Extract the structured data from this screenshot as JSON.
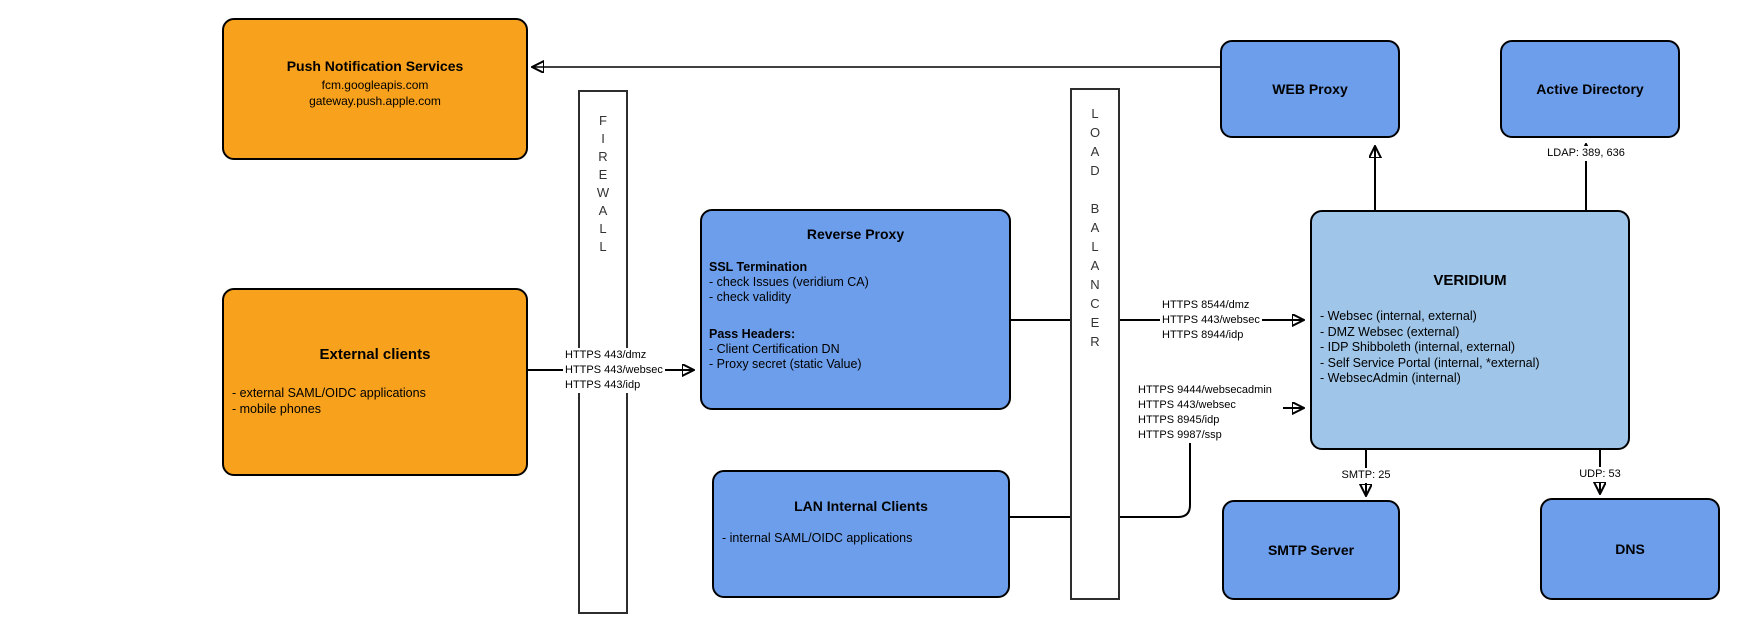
{
  "nodes": {
    "push_notification": {
      "title": "Push Notification Services",
      "lines": [
        "fcm.googleapis.com",
        "gateway.push.apple.com"
      ]
    },
    "external_clients": {
      "title": "External clients",
      "items": [
        "- external SAML/OIDC applications",
        "- mobile phones"
      ]
    },
    "firewall": {
      "label": "FIREWALL"
    },
    "reverse_proxy": {
      "title": "Reverse Proxy",
      "sections": [
        {
          "heading": "SSL Termination",
          "items": [
            "- check Issues (veridium CA)",
            "- check validity"
          ]
        },
        {
          "heading": "Pass Headers:",
          "items": [
            "- Client Certification DN",
            "- Proxy secret (static Value)"
          ]
        }
      ]
    },
    "lan_internal_clients": {
      "title": "LAN Internal Clients",
      "items": [
        "- internal SAML/OIDC applications"
      ]
    },
    "load_balancer": {
      "label": "LOAD BALANCER"
    },
    "web_proxy": {
      "title": "WEB Proxy"
    },
    "active_directory": {
      "title": "Active Directory"
    },
    "veridium": {
      "title": "VERIDIUM",
      "items": [
        "- Websec (internal, external)",
        "- DMZ Websec (external)",
        "- IDP Shibboleth (internal, external)",
        "- Self Service Portal (internal, *external)",
        "- WebsecAdmin (internal)"
      ]
    },
    "smtp_server": {
      "title": "SMTP Server"
    },
    "dns": {
      "title": "DNS"
    }
  },
  "edge_labels": {
    "ext_to_rp": [
      "HTTPS 443/dmz",
      "HTTPS 443/websec",
      "HTTPS 443/idp"
    ],
    "rp_to_veridium": [
      "HTTPS 8544/dmz",
      "HTTPS 443/websec",
      "HTTPS 8944/idp"
    ],
    "lan_to_veridium": [
      "HTTPS 9444/websecadmin",
      "HTTPS 443/websec",
      "HTTPS 8945/idp",
      "HTTPS 9987/ssp"
    ],
    "ldap": "LDAP: 389, 636",
    "smtp": "SMTP: 25",
    "udp": "UDP: 53"
  },
  "colors": {
    "orange": "#F7A11C",
    "blue": "#6D9EEB",
    "light_blue": "#9FC5E8",
    "line": "#000000"
  }
}
